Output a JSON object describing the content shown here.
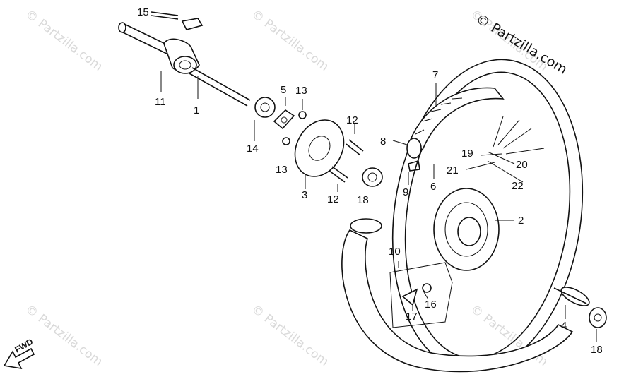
{
  "copyright": "© Partzilla.com",
  "watermark_text": "© Partzilla.com",
  "fwd_label": "FWD",
  "callouts": {
    "p1": "1",
    "p2": "2",
    "p3": "3",
    "p4": "4",
    "p5": "5",
    "p6": "6",
    "p7": "7",
    "p8": "8",
    "p9": "9",
    "p10": "10",
    "p11": "11",
    "p12a": "12",
    "p12b": "12",
    "p13a": "13",
    "p13b": "13",
    "p14": "14",
    "p15": "15",
    "p16": "16",
    "p17": "17",
    "p18a": "18",
    "p18b": "18",
    "p19": "19",
    "p20": "20",
    "p21": "21",
    "p22": "22"
  },
  "colors": {
    "ink": "#111111",
    "watermark": "#d9d9d9",
    "background": "#ffffff"
  }
}
